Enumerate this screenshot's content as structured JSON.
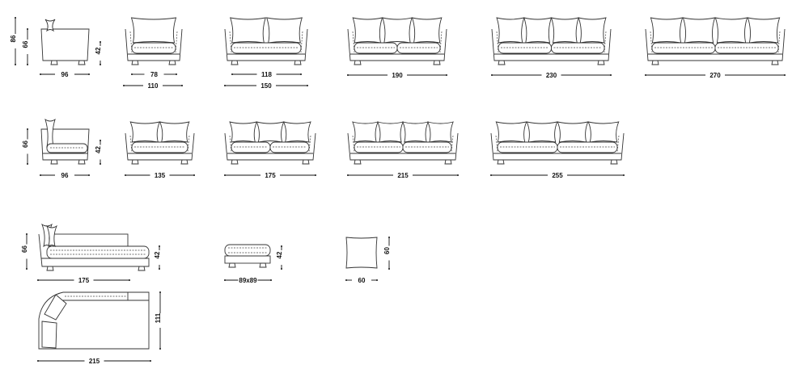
{
  "row1": {
    "side_view": {
      "h_total": "86",
      "h_back": "66",
      "h_seat": "42",
      "depth": "96"
    },
    "armchair": {
      "inner": "78",
      "outer": "110"
    },
    "sofa_150": {
      "inner": "118",
      "outer": "150"
    },
    "sofa_190": {
      "outer": "190"
    },
    "sofa_230": {
      "outer": "230"
    },
    "sofa_270": {
      "outer": "270"
    }
  },
  "row2": {
    "side_view": {
      "h_back": "66",
      "h_seat": "42",
      "depth": "96"
    },
    "sofa_135": {
      "outer": "135"
    },
    "sofa_175": {
      "outer": "175"
    },
    "sofa_215": {
      "outer": "215"
    },
    "sofa_255": {
      "outer": "255"
    }
  },
  "row3": {
    "chaise_side": {
      "h_back": "66",
      "h_seat": "42",
      "width": "175"
    },
    "ottoman": {
      "h": "42",
      "size": "89x89"
    },
    "cushion": {
      "h": "60",
      "w": "60"
    },
    "chaise_plan": {
      "depth": "111",
      "width": "215"
    }
  }
}
